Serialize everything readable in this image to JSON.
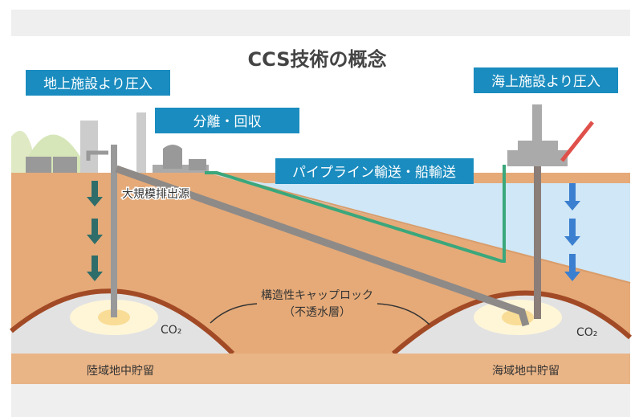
{
  "title": "CCS技術の概念",
  "labels": {
    "onshore_injection": "地上施設より圧入",
    "separation_capture": "分離・回収",
    "transport": "パイプライン輸送・船輸送",
    "offshore_injection": "海上施設より圧入",
    "emission_source": "大規模排出源",
    "caprock": "構造性キャップロック",
    "caprock_sub": "（不透水層）",
    "co2_left": "CO₂",
    "co2_right": "CO₂",
    "onshore_storage": "陸域地中貯留",
    "offshore_storage": "海域地中貯留"
  },
  "colors": {
    "label_box": "#1a8cbf",
    "ground": "#e5aa78",
    "sea": "#cfe7f6",
    "pipeline_green": "#3aa77c",
    "caprock": "#a24a26"
  }
}
